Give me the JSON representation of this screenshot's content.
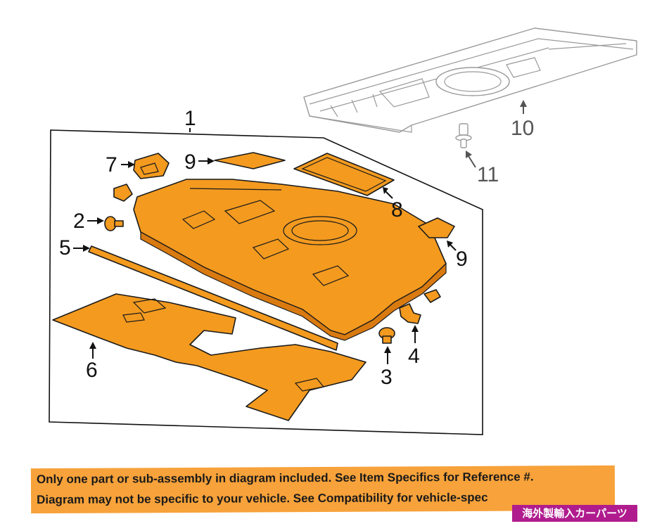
{
  "callouts": {
    "c1": "1",
    "c2": "2",
    "c3": "3",
    "c4": "4",
    "c5": "5",
    "c6": "6",
    "c7": "7",
    "c8": "8",
    "c9a": "9",
    "c9b": "9",
    "c10": "10",
    "c11": "11"
  },
  "banner": {
    "line1": "Only one part or sub-assembly in diagram included. See Item Specifics for Reference #.",
    "line2": "Diagram may not be specific to your vehicle. See Compatibility for vehicle-spec"
  },
  "badge": {
    "label": "海外製輸入カーパーツ"
  },
  "colors": {
    "part_fill": "#f39a1f",
    "banner_bg": "#f7a23a",
    "badge_bg": "#b01c8e"
  }
}
